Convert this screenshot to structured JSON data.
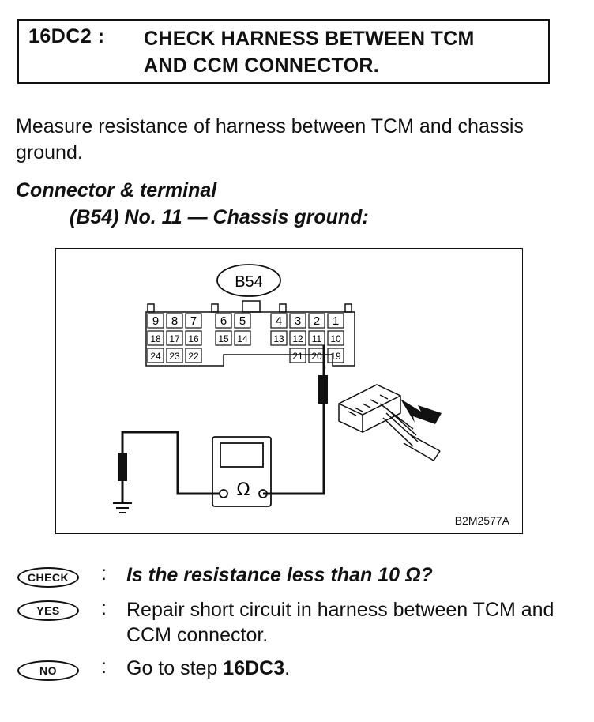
{
  "header": {
    "step_id": "16DC2 :",
    "title_line1": "CHECK HARNESS BETWEEN TCM",
    "title_line2": "AND CCM CONNECTOR."
  },
  "instruction": "Measure resistance of harness between TCM and chassis ground.",
  "connector": {
    "heading": "Connector & terminal",
    "detail": "(B54) No. 11 — Chassis ground:"
  },
  "figure": {
    "connector_label": "B54",
    "terminals_row1": [
      "9",
      "8",
      "7",
      "6",
      "5",
      "4",
      "3",
      "2",
      "1"
    ],
    "terminals_row2": [
      "18",
      "17",
      "16",
      "15",
      "14",
      "13",
      "12",
      "11",
      "10"
    ],
    "terminals_row3": [
      "24",
      "23",
      "22",
      "21",
      "20",
      "19"
    ],
    "meter_symbol": "Ω",
    "code": "B2M2577A"
  },
  "check": {
    "badge": "CHECK",
    "text": "Is the resistance less than 10 Ω?"
  },
  "yes": {
    "badge": "YES",
    "text": "Repair short circuit in harness between TCM and CCM connector."
  },
  "no": {
    "badge": "NO",
    "text_prefix": "Go to step ",
    "step": "16DC3",
    "text_suffix": "."
  }
}
